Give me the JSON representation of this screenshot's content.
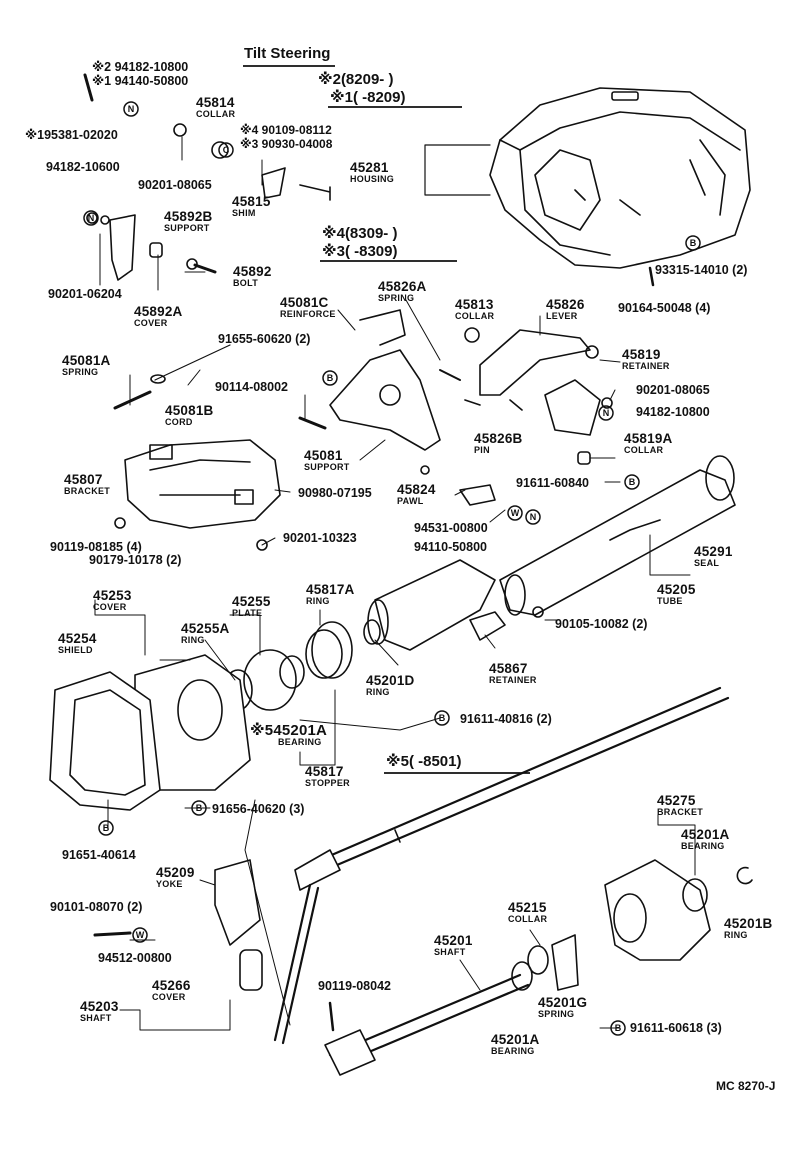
{
  "title": "Tilt Steering",
  "footer_code": "MC 8270-J",
  "notes": [
    {
      "mark": "※2",
      "range": "(8209-      )"
    },
    {
      "mark": "※1",
      "range": "(      -8209)"
    },
    {
      "mark": "※4",
      "range": "(8309-      )"
    },
    {
      "mark": "※3",
      "range": "(      -8309)"
    },
    {
      "mark": "※5",
      "range": "(      -8501)"
    }
  ],
  "callouts": [
    {
      "id": "c1",
      "num": "※2 94182-10800"
    },
    {
      "id": "c2",
      "num": "※1 94140-50800"
    },
    {
      "id": "c3",
      "num": "※195381-02020"
    },
    {
      "id": "c4",
      "num": "45814",
      "name": "COLLAR"
    },
    {
      "id": "c5",
      "num": "※4 90109-08112"
    },
    {
      "id": "c6",
      "num": "※3 90930-04008"
    },
    {
      "id": "c7",
      "num": "94182-10600"
    },
    {
      "id": "c8",
      "num": "90201-08065"
    },
    {
      "id": "c9",
      "num": "45815",
      "name": "SHIM"
    },
    {
      "id": "c10",
      "num": "45281",
      "name": "HOUSING"
    },
    {
      "id": "c11",
      "num": "45892B",
      "name": "SUPPORT"
    },
    {
      "id": "c12",
      "num": "45892",
      "name": "BOLT"
    },
    {
      "id": "c13",
      "num": "90201-06204"
    },
    {
      "id": "c14",
      "num": "45892A",
      "name": "COVER"
    },
    {
      "id": "c15",
      "num": "93315-14010 (2)"
    },
    {
      "id": "c16",
      "num": "90164-50048 (4)"
    },
    {
      "id": "c17",
      "num": "45081C",
      "name": "REINFORCE"
    },
    {
      "id": "c18",
      "num": "45826A",
      "name": "SPRING"
    },
    {
      "id": "c19",
      "num": "45813",
      "name": "COLLAR"
    },
    {
      "id": "c20",
      "num": "45826",
      "name": "LEVER"
    },
    {
      "id": "c21",
      "num": "91655-60620 (2)"
    },
    {
      "id": "c22",
      "num": "45819",
      "name": "RETAINER"
    },
    {
      "id": "c23",
      "num": "45081A",
      "name": "SPRING"
    },
    {
      "id": "c24",
      "num": "90114-08002"
    },
    {
      "id": "c25",
      "num": "90201-08065"
    },
    {
      "id": "c26",
      "num": "94182-10800"
    },
    {
      "id": "c27",
      "num": "45081B",
      "name": "CORD"
    },
    {
      "id": "c28",
      "num": "45826B",
      "name": "PIN"
    },
    {
      "id": "c29",
      "num": "45819A",
      "name": "COLLAR"
    },
    {
      "id": "c30",
      "num": "45081",
      "name": "SUPPORT"
    },
    {
      "id": "c31",
      "num": "45807",
      "name": "BRACKET"
    },
    {
      "id": "c32",
      "num": "90980-07195"
    },
    {
      "id": "c33",
      "num": "45824",
      "name": "PAWL"
    },
    {
      "id": "c34",
      "num": "91611-60840"
    },
    {
      "id": "c35",
      "num": "94531-00800"
    },
    {
      "id": "c36",
      "num": "94110-50800"
    },
    {
      "id": "c37",
      "num": "90201-10323"
    },
    {
      "id": "c38",
      "num": "90119-08185 (4)"
    },
    {
      "id": "c39",
      "num": "90179-10178 (2)"
    },
    {
      "id": "c40",
      "num": "45291",
      "name": "SEAL"
    },
    {
      "id": "c41",
      "num": "45205",
      "name": "TUBE"
    },
    {
      "id": "c42",
      "num": "45253",
      "name": "COVER"
    },
    {
      "id": "c43",
      "num": "45817A",
      "name": "RING"
    },
    {
      "id": "c44",
      "num": "45255",
      "name": "PLATE"
    },
    {
      "id": "c45",
      "num": "45254",
      "name": "SHIELD"
    },
    {
      "id": "c46",
      "num": "45255A",
      "name": "RING"
    },
    {
      "id": "c47",
      "num": "90105-10082 (2)"
    },
    {
      "id": "c48",
      "num": "45867",
      "name": "RETAINER"
    },
    {
      "id": "c49",
      "num": "45201D",
      "name": "RING"
    },
    {
      "id": "c50",
      "num": "91611-40816 (2)"
    },
    {
      "id": "c51",
      "num": "※545201A",
      "name": "BEARING"
    },
    {
      "id": "c52",
      "num": "45817",
      "name": "STOPPER"
    },
    {
      "id": "c53",
      "num": "91656-40620 (3)"
    },
    {
      "id": "c54",
      "num": "91651-40614"
    },
    {
      "id": "c55",
      "num": "45275",
      "name": "BRACKET"
    },
    {
      "id": "c56",
      "num": "45201A",
      "name": "BEARING"
    },
    {
      "id": "c57",
      "num": "45209",
      "name": "YOKE"
    },
    {
      "id": "c58",
      "num": "90101-08070 (2)"
    },
    {
      "id": "c59",
      "num": "94512-00800"
    },
    {
      "id": "c60",
      "num": "45215",
      "name": "COLLAR"
    },
    {
      "id": "c61",
      "num": "45201",
      "name": "SHAFT"
    },
    {
      "id": "c62",
      "num": "45201B",
      "name": "RING"
    },
    {
      "id": "c63",
      "num": "45266",
      "name": "COVER"
    },
    {
      "id": "c64",
      "num": "45203",
      "name": "SHAFT"
    },
    {
      "id": "c65",
      "num": "90119-08042"
    },
    {
      "id": "c66",
      "num": "45201G",
      "name": "SPRING"
    },
    {
      "id": "c67",
      "num": "91611-60618 (3)"
    },
    {
      "id": "c68",
      "num": "45201A",
      "name": "BEARING"
    }
  ],
  "markers": {
    "n": "N",
    "b": "B",
    "w": "W",
    "c": "C"
  }
}
